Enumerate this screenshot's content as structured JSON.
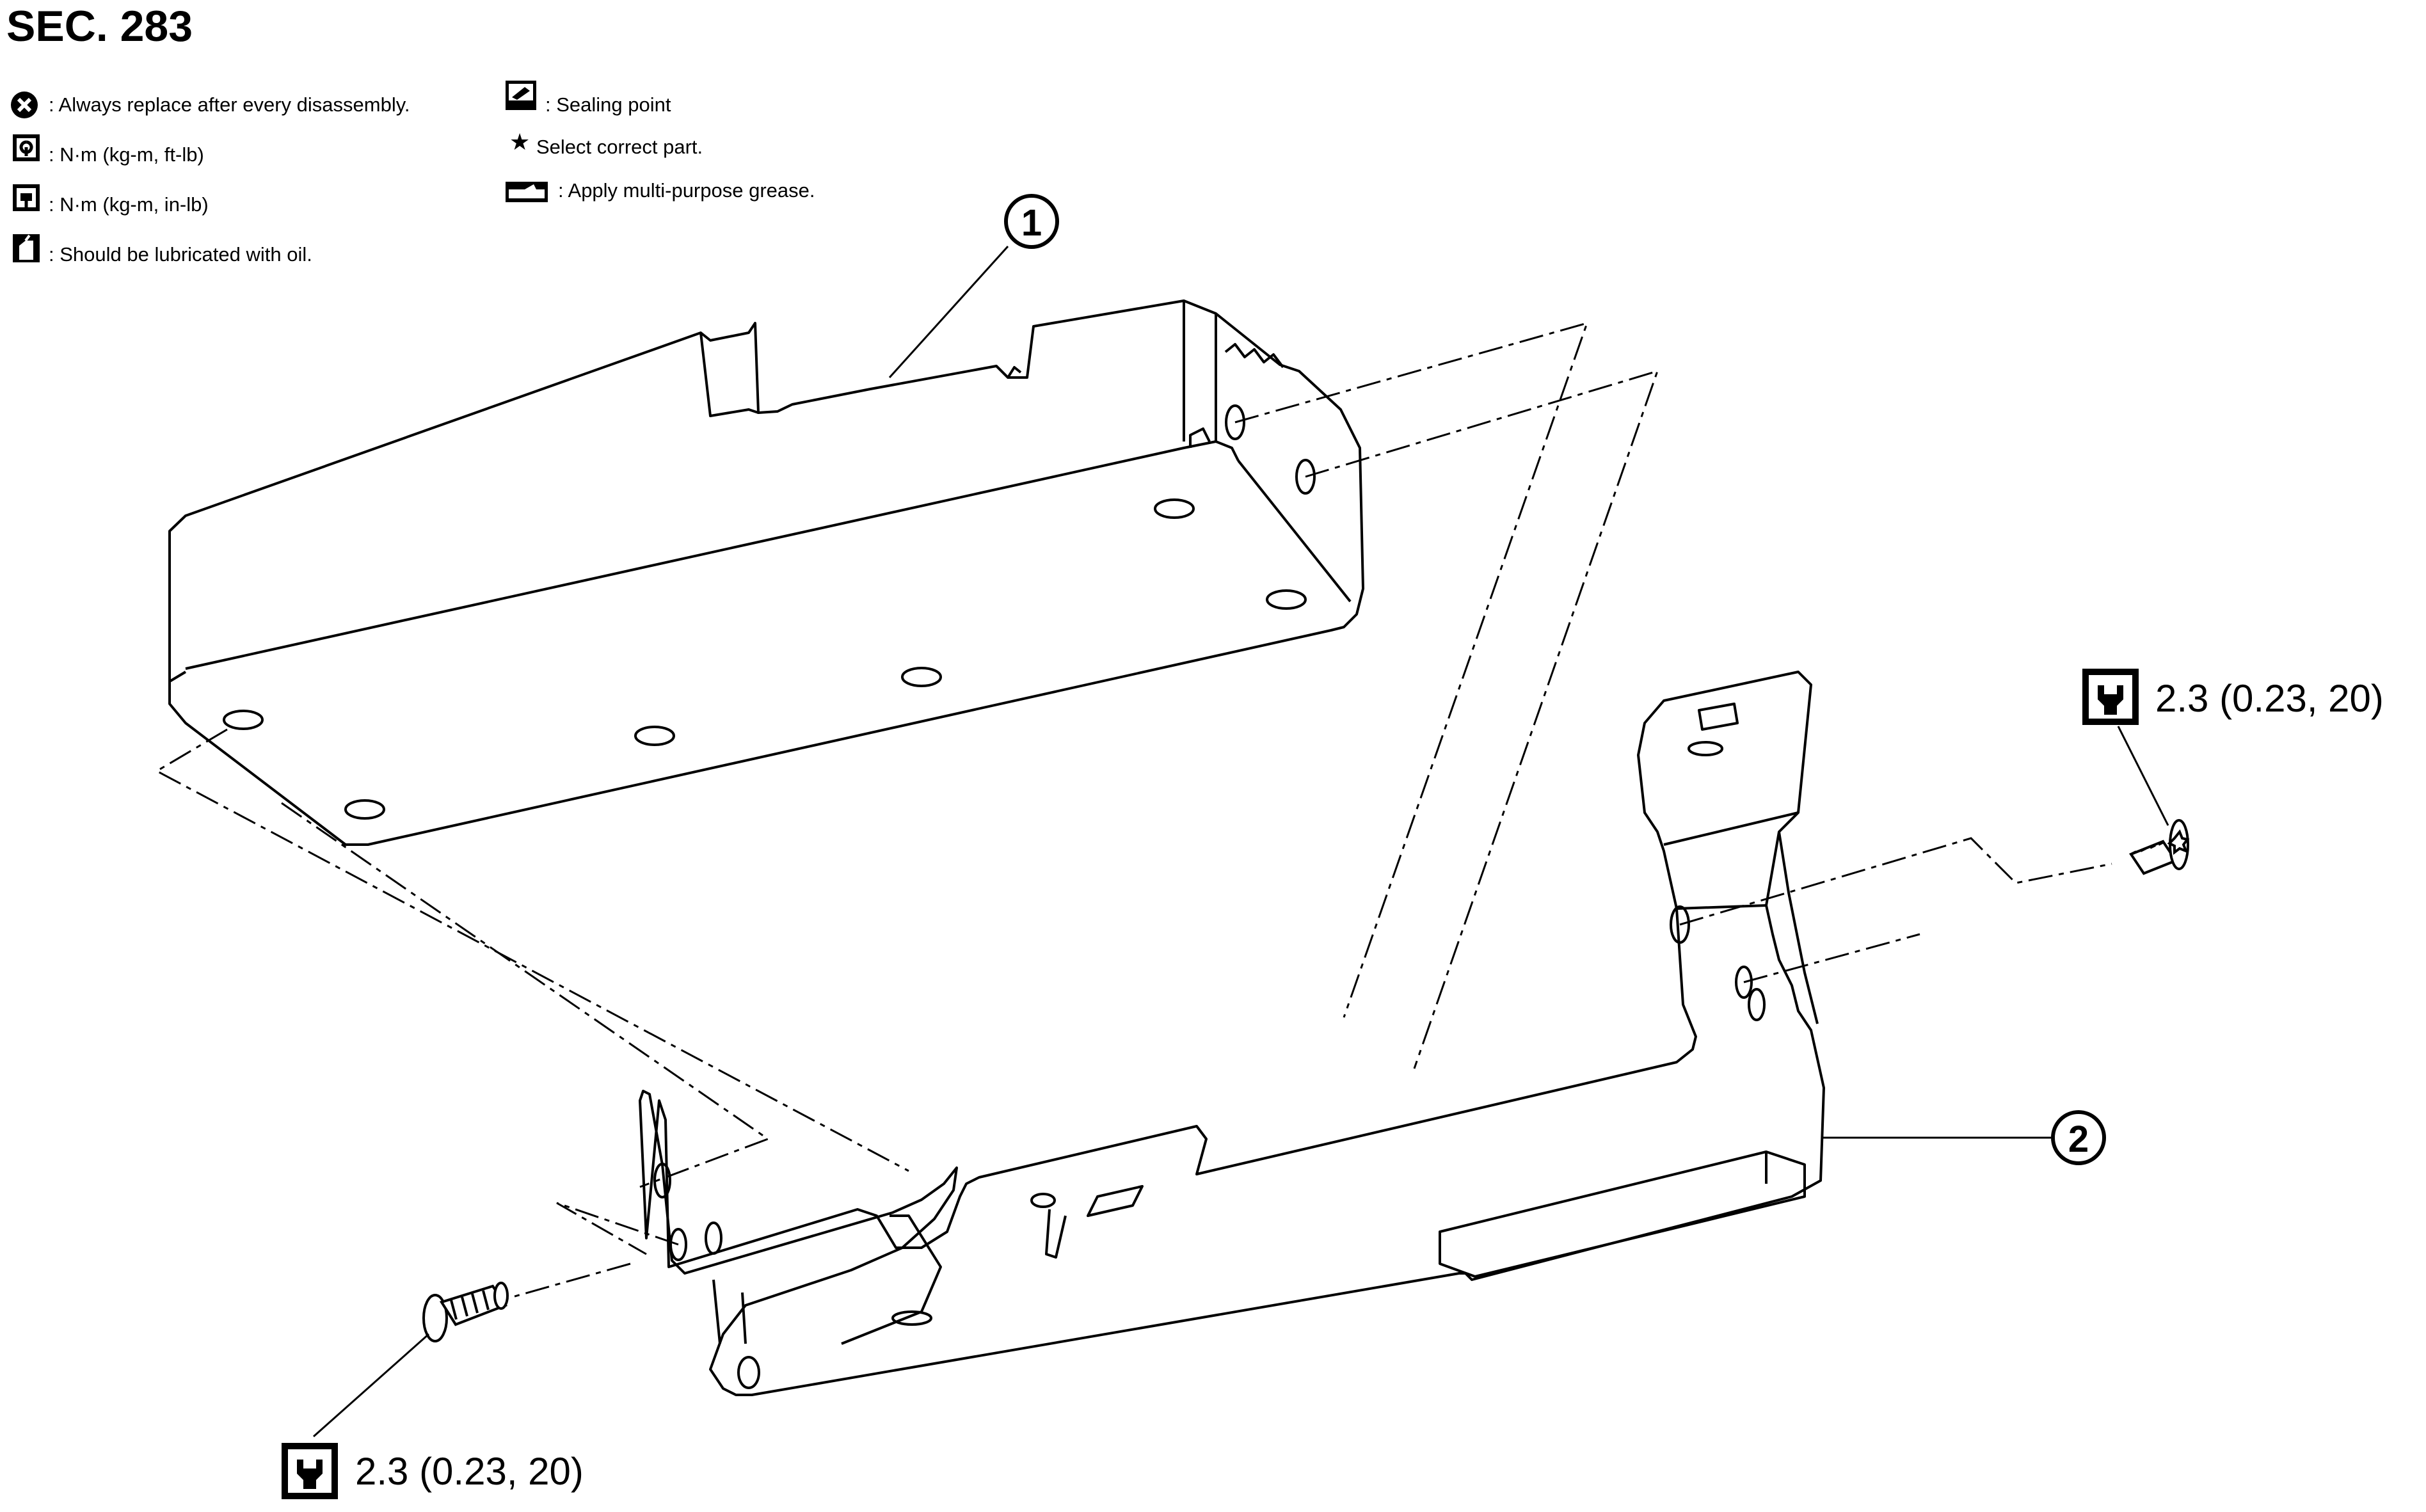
{
  "header": {
    "section": "SEC. 283"
  },
  "legend": {
    "left": [
      {
        "icon": "replace-x-icon",
        "text": ": Always replace after every disassembly."
      },
      {
        "icon": "torque-ftlb-icon",
        "text": ": N·m (kg-m, ft-lb)"
      },
      {
        "icon": "torque-inlb-icon",
        "text": ": N·m (kg-m, in-lb)"
      },
      {
        "icon": "oil-can-icon",
        "text": ": Should be lubricated with oil."
      }
    ],
    "right": [
      {
        "icon": "sealing-point-icon",
        "text": ": Sealing point"
      },
      {
        "icon": "star-icon",
        "text": "Select correct part."
      },
      {
        "icon": "grease-icon",
        "text": ": Apply multi-purpose grease."
      }
    ]
  },
  "callouts": {
    "part1": "1",
    "part2": "2"
  },
  "torque": {
    "right_screw": "2.3 (0.23, 20)",
    "left_screw": "2.3 (0.23, 20)"
  },
  "colors": {
    "ink": "#000000",
    "paper": "#ffffff"
  }
}
